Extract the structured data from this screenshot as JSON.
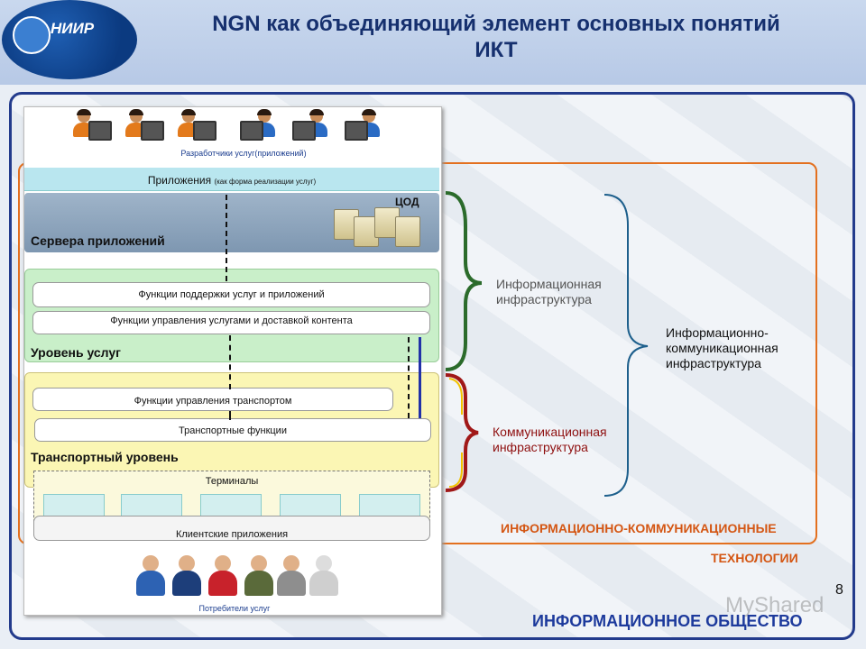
{
  "header": {
    "logo_text": "НИИР",
    "title_line1": "NGN как объединяющий элемент основных понятий",
    "title_line2": "ИКТ"
  },
  "diagram": {
    "developers_caption": "Разработчики услуг(приложений)",
    "applications": "Приложения",
    "applications_note": "(как форма реализации услуг)",
    "cod_label": "ЦОД",
    "app_servers": "Сервера приложений",
    "service_support": "Функции поддержки услуг и приложений",
    "service_control": "Функции управления услугами и доставкой контента",
    "service_level": "Уровень услуг",
    "transport_control": "Функции управления транспортом",
    "transport_functions": "Транспортные функции",
    "transport_level": "Транспортный уровень",
    "terminals": "Терминалы",
    "client_apps": "Клиентские приложения",
    "consumers_caption": "Потребители услуг"
  },
  "braces": {
    "info_infra_1": "Информационная",
    "info_infra_2": "инфраструктура",
    "comm_infra_1": "Коммуникационная",
    "comm_infra_2": "инфраструктура",
    "ict_infra_1": "Информационно-",
    "ict_infra_2": "коммуникационная",
    "ict_infra_3": "инфраструктура"
  },
  "labels": {
    "ict_1": "ИНФОРМАЦИОННО-КОММУНИКАЦИОННЫЕ",
    "ict_2": "ТЕХНОЛОГИИ",
    "info_society": "ИНФОРМАЦИОННОЕ ОБЩЕСТВО",
    "page_number": "8",
    "watermark": "MyShared"
  },
  "colors": {
    "title": "#16306e",
    "frame": "#233b8c",
    "orange": "#e3701f",
    "green_brace": "#2b6b2b",
    "red_brace": "#a01818",
    "blue_brace": "#1d5f8c"
  }
}
